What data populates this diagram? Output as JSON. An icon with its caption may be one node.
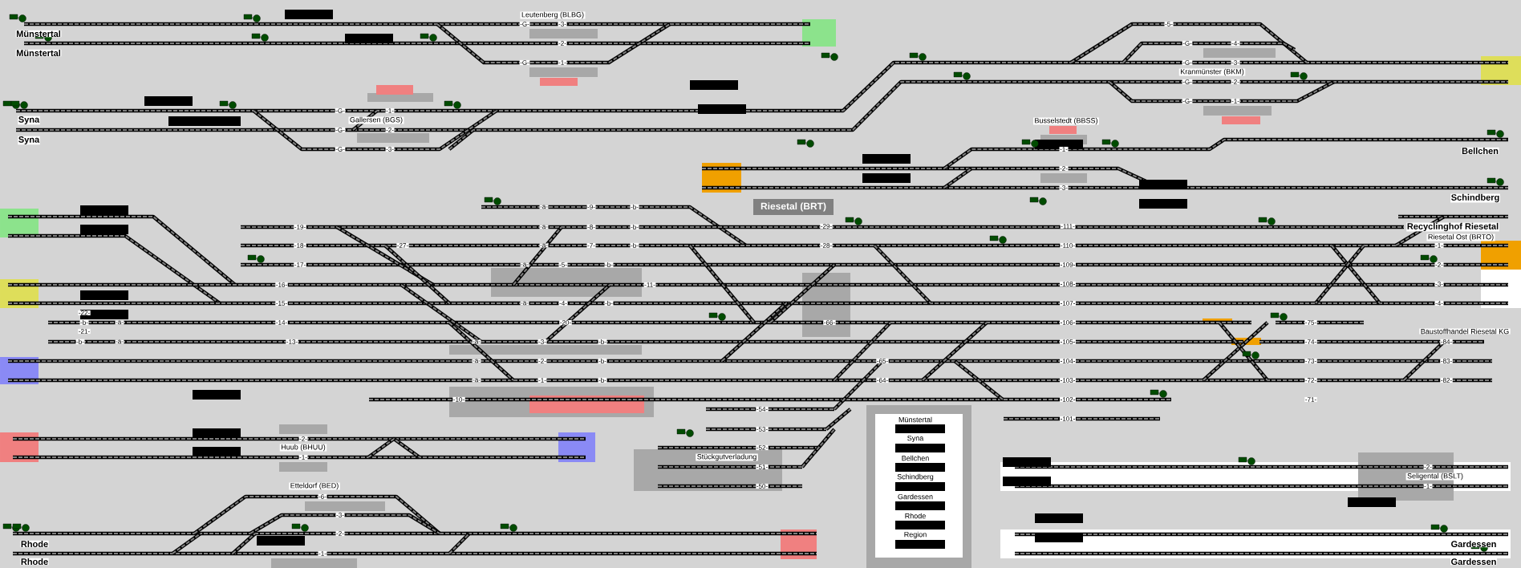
{
  "diagram": {
    "nodes": [
      {
        "text": [
          "Riesetal (BRT)"
        ]
      },
      {
        "text": [
          "Münstertal",
          "Syna",
          "Bellchen",
          "Schindberg",
          "Gardessen",
          "Rhode",
          "Region"
        ]
      }
    ],
    "labels": [
      "Leutenberg (BLBG)",
      "-G-",
      "-3-",
      "-5-",
      "Münstertal",
      "-2-",
      "-G-",
      "-4-",
      "Münstertal",
      "-G-",
      "-1-",
      "-G-",
      "-3-",
      "Kranmünster (BKM)",
      "-G-",
      "-2-",
      "-G-",
      "-1-",
      "-G-",
      "-1-",
      "Syna",
      "Gallersen (BGS)",
      "Busselstedt (BBSS)",
      "-G-",
      "-2-",
      "Syna",
      "-G-",
      "-3-",
      "-1-",
      "Bellchen",
      "-2-",
      "-3-",
      "Schindberg",
      "-a-",
      "-9-",
      "-b-",
      "-19-",
      "-a-",
      "-8-",
      "-b-",
      "-29-",
      "-111-",
      "Recyclinghof Riesetal",
      "Riesetal Ost (BRTO)",
      "-18-",
      "-27-",
      "-a-",
      "-7-",
      "-b-",
      "-28-",
      "-110-",
      "-1-",
      "-17-",
      "-a-",
      "-5-",
      "-b-",
      "-109-",
      "-2-",
      "-16-",
      "-11-",
      "-108-",
      "-3-",
      "-15-",
      "-a-",
      "-4-",
      "-b-",
      "-107-",
      "-4-",
      "-22-",
      "-b-",
      "-a-",
      "-14-",
      "-20-",
      "-66-",
      "-106-",
      "-75-",
      "-21-",
      "Baustoffhandel Riesetal KG",
      "-b-",
      "-a-",
      "-13-",
      "-a-",
      "-3-",
      "-b-",
      "-105-",
      "-74-",
      "-84-",
      "-a-",
      "-2-",
      "-b-",
      "-65-",
      "-104-",
      "-73-",
      "-83-",
      "-a-",
      "-1-",
      "-b-",
      "-64-",
      "-103-",
      "-72-",
      "-82-",
      "-10-",
      "-102-",
      "-71-",
      "-54-",
      "-101-",
      "-53-",
      "-2-",
      "Huub (BHUU)",
      "-52-",
      "-1-",
      "Stückgutverladung",
      "-51-",
      "-2-",
      "Seligental (BSLT)",
      "Etteldorf (BED)",
      "-50-",
      "-1-",
      "-6-",
      "-3-",
      "-2-",
      "Rhode",
      "Gardessen",
      "-1-",
      "Rhode",
      "Gardessen"
    ]
  }
}
